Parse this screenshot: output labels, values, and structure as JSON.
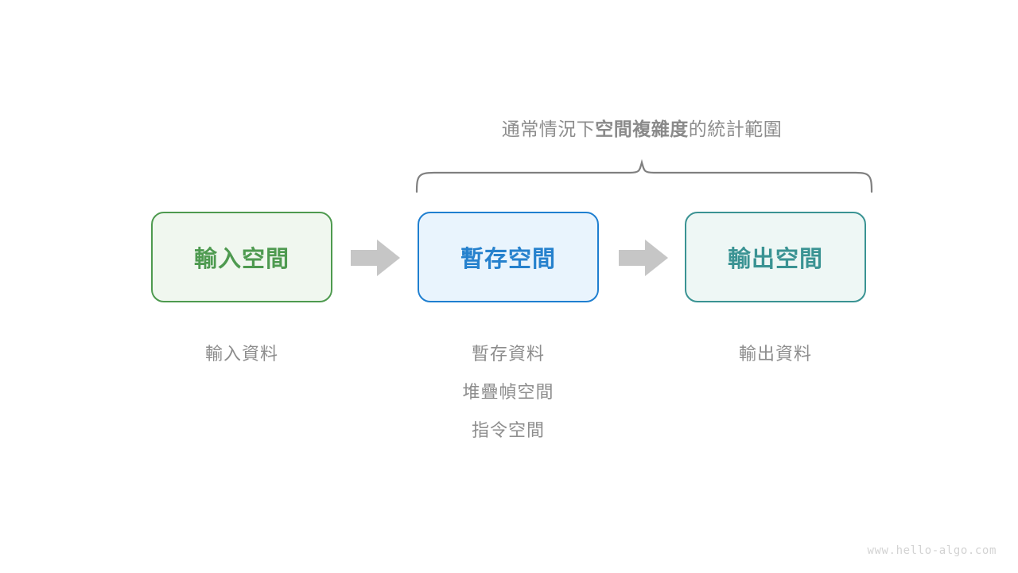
{
  "page": {
    "background_color": "#ffffff",
    "watermark": "www.hello-algo.com"
  },
  "annotation": {
    "caption_prefix": "通常情況下",
    "caption_bold": "空間複雜度",
    "caption_suffix": "的統計範圍",
    "brace_color": "#808080",
    "scope_start_box": "暫存空間",
    "scope_end_box": "輸出空間"
  },
  "flow": {
    "boxes": [
      {
        "id": "input-space",
        "label": "輸入空間",
        "border_color": "#4e9a4f",
        "fill_color": "#f0f7ef",
        "text_color": "#4e9a50"
      },
      {
        "id": "temp-space",
        "label": "暫存空間",
        "border_color": "#1f7fd0",
        "fill_color": "#e9f4fd",
        "text_color": "#2681cd"
      },
      {
        "id": "output-space",
        "label": "輸出空間",
        "border_color": "#3a9393",
        "fill_color": "#eef7f5",
        "text_color": "#3a9393"
      }
    ],
    "arrows": [
      {
        "id": "arrow-input-to-temp",
        "color": "#c6c6c6"
      },
      {
        "id": "arrow-temp-to-output",
        "color": "#c6c6c6"
      }
    ],
    "captions": [
      {
        "column": "input",
        "lines": [
          "輸入資料"
        ]
      },
      {
        "column": "temp",
        "lines": [
          "暫存資料",
          "堆疊幀空間",
          "指令空間"
        ]
      },
      {
        "column": "output",
        "lines": [
          "輸出資料"
        ]
      }
    ],
    "caption_color": "#8d8d8d"
  }
}
